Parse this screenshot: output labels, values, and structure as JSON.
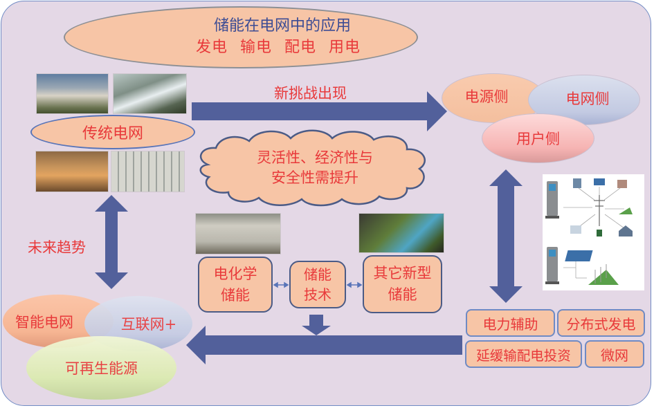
{
  "title": {
    "main": "储能在电网中的应用",
    "sub": "发电  输电  配电  用电"
  },
  "traditional_grid": {
    "label": "传统电网",
    "photos": [
      "cooling-towers-photo",
      "hydropower-photo",
      "transmission-tower-photo",
      "switchgear-photo"
    ]
  },
  "challenge_arrow": {
    "label": "新挑战出现"
  },
  "sides": {
    "power_side": "电源侧",
    "grid_side": "电网侧",
    "user_side": "用户侧"
  },
  "requirement_cloud": {
    "line1": "灵活性、经济性与",
    "line2": "安全性需提升"
  },
  "future_trend": {
    "label": "未来趋势",
    "items": {
      "smart_grid": "智能电网",
      "internet_plus": "互联网+",
      "renewable": "可再生能源"
    }
  },
  "storage_tech": {
    "electrochemical": {
      "line1": "电化学",
      "line2": "储能"
    },
    "core": {
      "line1": "储能",
      "line2": "技术"
    },
    "other": {
      "line1": "其它新型",
      "line2": "储能"
    }
  },
  "applications": {
    "aux_service": "电力辅助",
    "distributed_gen": "分布式发电",
    "defer_investment": "延缓输配电投资",
    "microgrid": "微网"
  },
  "colors": {
    "background": "#e4d8e6",
    "frame_border": "#6f8ac4",
    "arrow": "#52609b",
    "peach": "#f7c5a6",
    "text_red": "#e8393a",
    "text_blue": "#3c4c94"
  }
}
